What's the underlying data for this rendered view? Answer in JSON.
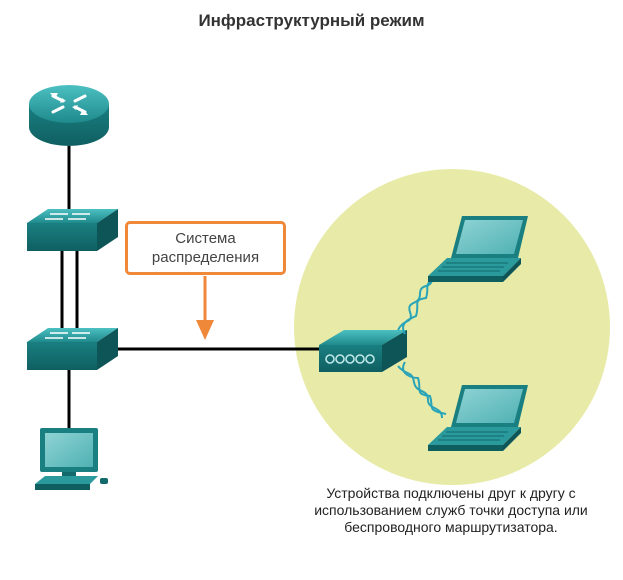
{
  "diagram": {
    "title": "Инфраструктурный режим",
    "callout_label": "Система распределения",
    "caption": "Устройства подключены друг к другу с использованием служб точки доступа или беспроводного маршрутизатора.",
    "colors": {
      "device_teal": "#1f8a8c",
      "device_teal_dark": "#136a6c",
      "device_teal_light": "#3fb1b3",
      "callout_border": "#f0883a",
      "wireless_zone": "#e8eba8",
      "link_line": "#000000",
      "wave": "#29a4b8"
    },
    "icons": [
      "router-icon",
      "switch-icon",
      "pc-icon",
      "access-point-icon",
      "laptop-icon",
      "arrow-down-icon"
    ]
  }
}
